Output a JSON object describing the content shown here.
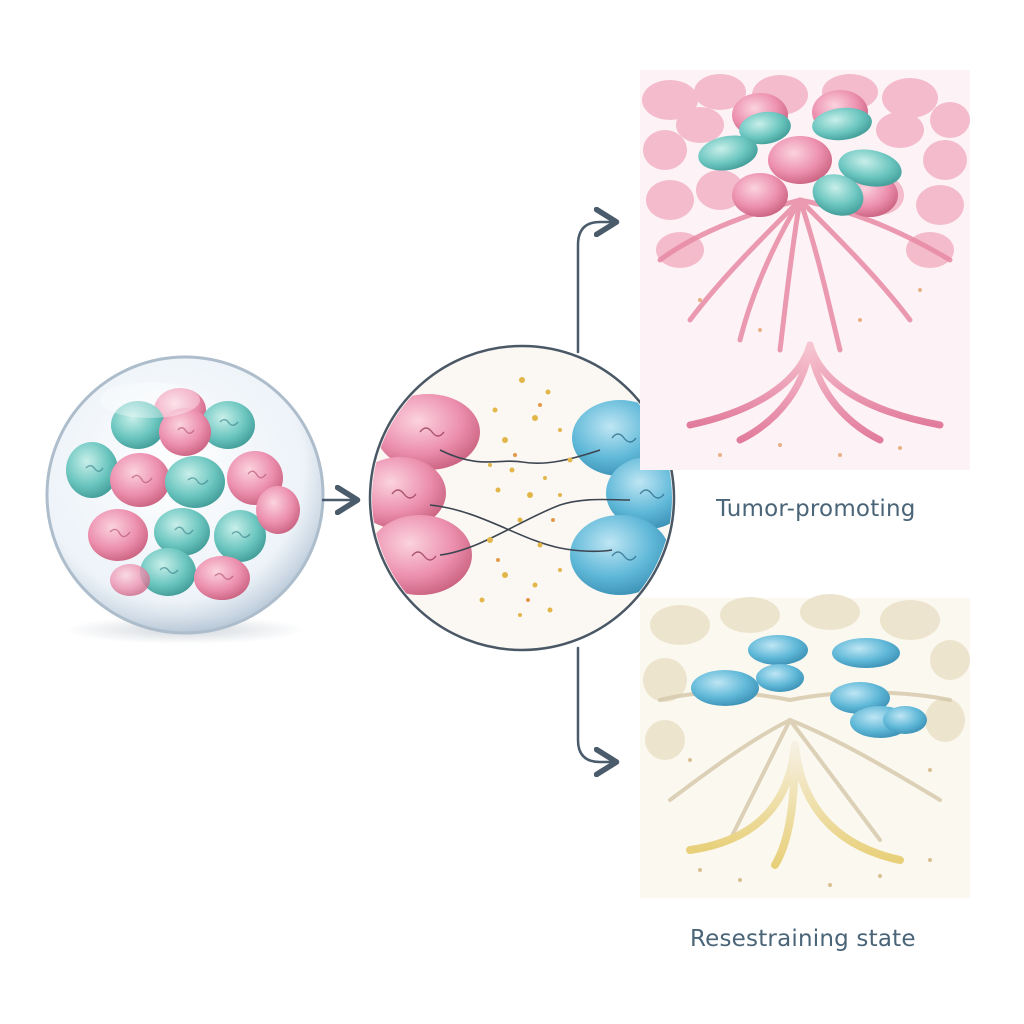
{
  "labels": {
    "top_state": "Tumor-promoting",
    "bottom_state": "Resestraining state"
  },
  "colors": {
    "pink_cell": "#ec8fae",
    "blue_cell": "#5fb8d8",
    "teal_cell": "#6cc6c0",
    "arrow": "#4a5b6b",
    "pink_tissue": "#f4b8c8",
    "cream_tissue": "#efe6d2",
    "label_text": "#4a6478"
  },
  "icons": [
    "organoid-sphere",
    "cell-interaction-circle",
    "branch-arrow",
    "pink-tissue-panel",
    "cream-tissue-panel"
  ]
}
